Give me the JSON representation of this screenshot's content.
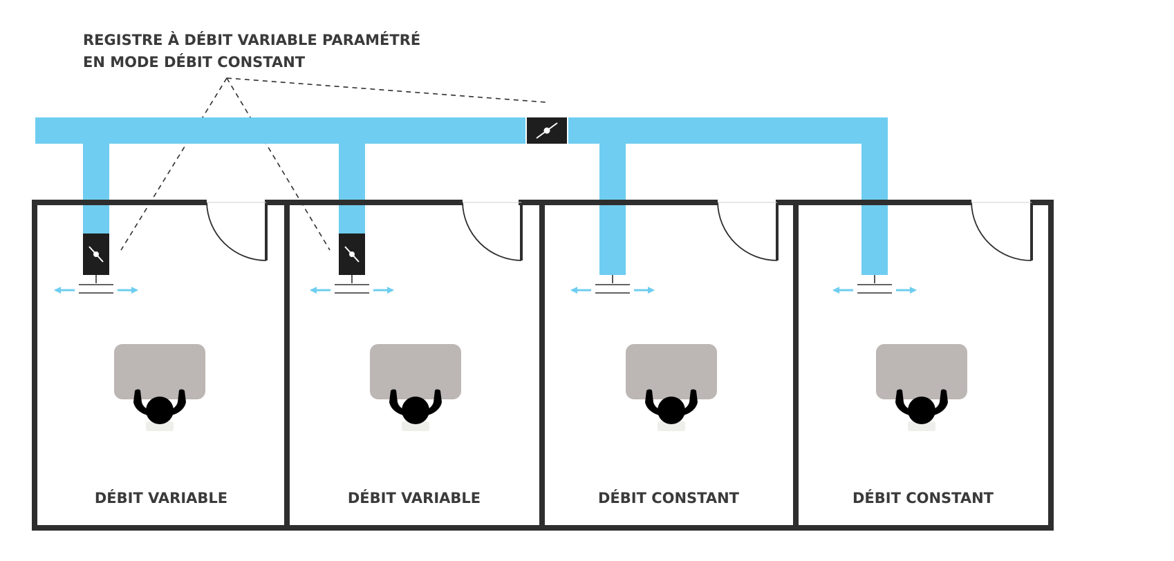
{
  "callout": {
    "line1": "REGISTRE À DÉBIT VARIABLE PARAMÉTRÉ",
    "line2": "EN MODE DÉBIT CONSTANT"
  },
  "rooms": [
    {
      "label": "DÉBIT VARIABLE",
      "has_register": true
    },
    {
      "label": "DÉBIT VARIABLE",
      "has_register": true
    },
    {
      "label": "DÉBIT CONSTANT",
      "has_register": false
    },
    {
      "label": "DÉBIT CONSTANT",
      "has_register": false
    }
  ],
  "colors": {
    "duct": "#6ecdf0",
    "wall": "#2e2e2e",
    "desk": "#bcb6b4",
    "person": "#000000",
    "chair": "#eeeeea",
    "text": "#3a3a3a",
    "arrow": "#6ecdf0"
  },
  "icons": {
    "damper": "damper-register-icon",
    "diffuser": "air-diffuser-icon",
    "person": "person-icon",
    "door": "door-swing-icon"
  }
}
